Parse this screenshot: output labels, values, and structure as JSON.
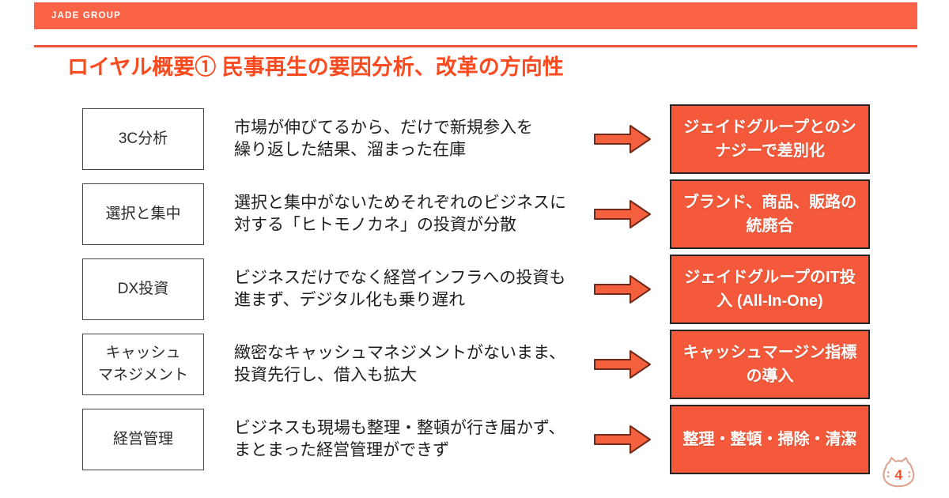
{
  "header": {
    "brand": "JADE GROUP"
  },
  "title": "ロイヤル概要① 民事再生の要因分析、改革の方向性",
  "page_number": "4",
  "colors": {
    "brand_bar": "#FB6346",
    "divider": "#EF5535",
    "title_text": "#FA4A1F",
    "result_box_fill": "#F3593A",
    "result_box_border": "#242424",
    "arrow_fill": "#F4603D",
    "arrow_border": "#6E2A1B",
    "label_box_border": "#454545",
    "cat_outline": "#DEA28E",
    "page_number_text": "#F04E2A"
  },
  "rows": [
    {
      "label": "3C分析",
      "description": "市場が伸びてるから、だけで新規参入を\n繰り返した結果、溜まった在庫",
      "result": "ジェイドグループとのシ\nナジーで差別化"
    },
    {
      "label": "選択と集中",
      "description": "選択と集中がないためそれぞれのビジネスに\n対する「ヒトモノカネ」の投資が分散",
      "result": "ブランド、商品、販路の\n統廃合"
    },
    {
      "label": "DX投資",
      "description": "ビジネスだけでなく経営インフラへの投資も\n進まず、デジタル化も乗り遅れ",
      "result": "ジェイドグループのIT投\n入 (All-In-One)"
    },
    {
      "label": "キャッシュ\nマネジメント",
      "description": "緻密なキャッシュマネジメントがないまま、\n投資先行し、借入も拡大",
      "result": "キャッシュマージン指標\nの導入"
    },
    {
      "label": "経営管理",
      "description": "ビジネスも現場も整理・整頓が行き届かず、\nまとまった経営管理ができず",
      "result": "整理・整頓・掃除・清潔"
    }
  ]
}
